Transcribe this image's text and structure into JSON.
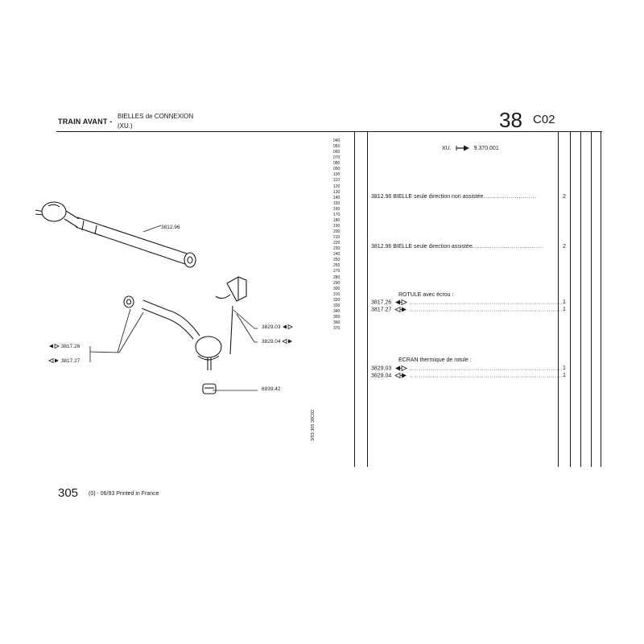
{
  "header": {
    "title": "TRAIN AVANT -",
    "subtitle_line1": "BIELLES de CONNEXION",
    "subtitle_line2": "(XU.)",
    "group_number": "38",
    "group_code": "C02"
  },
  "row_numbers": [
    "040",
    "050",
    "060",
    "070",
    "080",
    "090",
    "100",
    "110",
    "120",
    "130",
    "140",
    "150",
    "160",
    "170",
    "180",
    "190",
    "200",
    "210",
    "220",
    "230",
    "240",
    "250",
    "260",
    "270",
    "280",
    "290",
    "300",
    "310",
    "320",
    "330",
    "340",
    "350",
    "360",
    "370"
  ],
  "applicability": {
    "label": "XU.",
    "from": "9.370.001"
  },
  "entries": {
    "bielle_non_assistee": {
      "ref": "3812.96",
      "text": "BIELLE seule direction non assistée",
      "dots": "...........................",
      "qty": "2"
    },
    "bielle_assistee": {
      "ref": "3812.96",
      "text": "BIELLE seule direction assistée",
      "dots": "....................................",
      "qty": "2"
    },
    "rotule_heading": "ROTULE avec écrou :",
    "rotule_left": {
      "ref": "3817.26",
      "dots": "...............................................................................",
      "qty": "1"
    },
    "rotule_right": {
      "ref": "3817.27",
      "dots": "...............................................................................",
      "qty": "1"
    },
    "ecran_heading": "ECRAN thermique de rotule :",
    "ecran_left": {
      "ref": "3829.03",
      "dots": "...............................................................................",
      "qty": "1"
    },
    "ecran_right": {
      "ref": "3829.04",
      "dots": "...............................................................................",
      "qty": "1"
    }
  },
  "diagram_labels": {
    "rod": "3812.96",
    "shield_left": "3829.03",
    "shield_right": "3829.04",
    "joint_left": "3817.26",
    "joint_right": "3817.27",
    "nut": "6939.42"
  },
  "vertical_code": "3/93  305  38C02",
  "footer": {
    "model": "305",
    "text": "(0) - 06/93 Printed in France"
  }
}
